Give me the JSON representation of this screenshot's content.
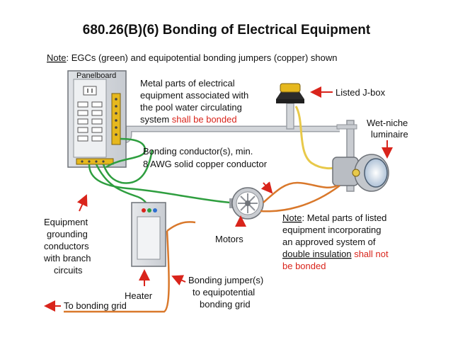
{
  "title": "680.26(B)(6) Bonding of Electrical Equipment",
  "note": {
    "prefix": "Note",
    "text": ": EGCs (green) and equipotential bonding jumpers (copper) shown"
  },
  "panelboard": {
    "label": "Panelboard"
  },
  "metal_parts": {
    "line1": "Metal parts of electrical",
    "line2": "equipment associated with",
    "line3": "the pool water circulating",
    "line4_black": "system ",
    "line4_red": "shall be bonded"
  },
  "jbox": {
    "label": "Listed J-box"
  },
  "luminaire": {
    "line1": "Wet-niche",
    "line2": "luminaire"
  },
  "bonding_conductor": {
    "line1": "Bonding conductor(s), min.",
    "line2": "8 AWG solid copper conductor"
  },
  "egc": {
    "line1": "Equipment",
    "line2": "grounding",
    "line3": "conductors",
    "line4": "with branch",
    "line5": "circuits"
  },
  "motors": {
    "label": "Motors"
  },
  "heater": {
    "label": "Heater"
  },
  "note2": {
    "prefix": "Note",
    "line1": ": Metal parts of listed",
    "line2": "equipment incorporating",
    "line3": "an approved system of",
    "line4_ul": "double insulation",
    "line4_red": " shall not",
    "line5_red": "be bonded"
  },
  "jumper": {
    "line1": "Bonding jumper(s)",
    "line2": "to equipotential",
    "line3": "bonding grid"
  },
  "grid": {
    "label": "To bonding grid"
  },
  "colors": {
    "egc_green": "#2e9e3f",
    "copper": "#d9782b",
    "emphasis_red": "#d9241b",
    "conduit_gray": "#b9bcc1",
    "yellow_wire": "#e8c94a"
  }
}
